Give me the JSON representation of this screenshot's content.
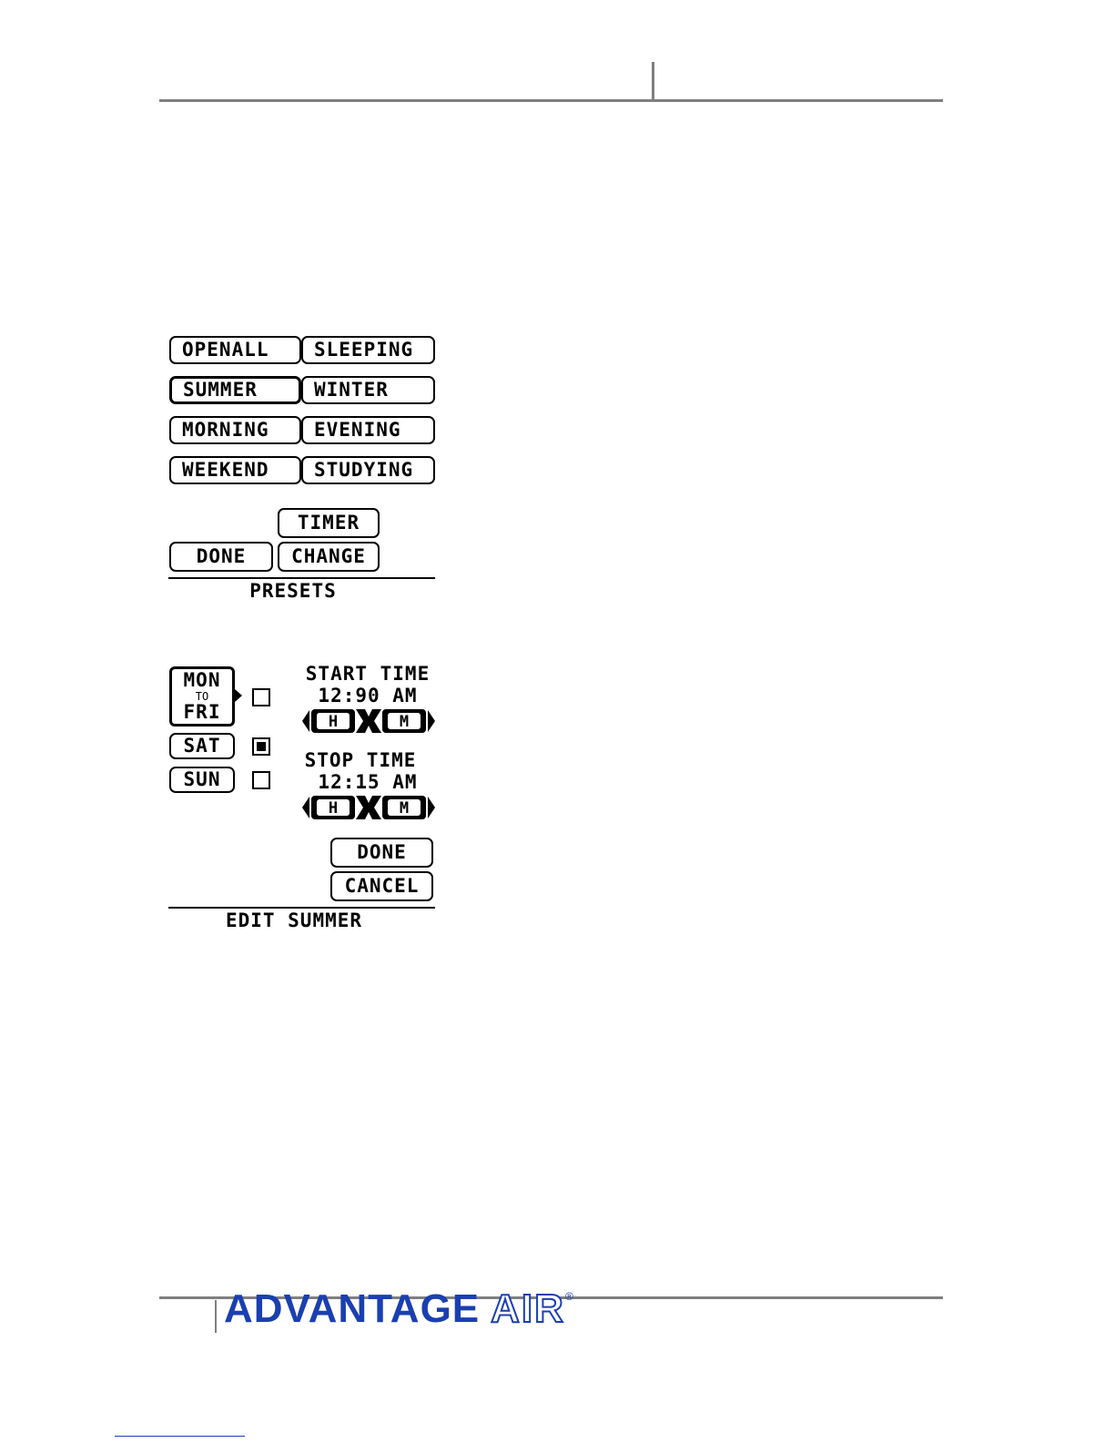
{
  "presets_screen": {
    "buttons": [
      "OPENALL",
      "SLEEPING",
      "SUMMER",
      "WINTER",
      "MORNING",
      "EVENING",
      "WEEKEND",
      "STUDYING"
    ],
    "selected": "SUMMER",
    "timer_label": "TIMER",
    "done_label": "DONE",
    "change_label": "CHANGE",
    "title": "PRESETS"
  },
  "edit_screen": {
    "mon": "MON",
    "to": "TO",
    "fri": "FRI",
    "sat": "SAT",
    "sun": "SUN",
    "checkboxes": {
      "mon_fri": false,
      "sat": true,
      "sun": false
    },
    "start_label": "START TIME",
    "start_value": "12:90 AM",
    "stop_label": "STOP TIME",
    "stop_value": "12:15 AM",
    "hour_key": "H",
    "minute_key": "M",
    "done_label": "DONE",
    "cancel_label": "CANCEL",
    "title": "EDIT SUMMER"
  },
  "footer": {
    "brand": "ADVANTAGE",
    "brand_air": "AIR",
    "registered": "®",
    "brand_color": "#1a3fb0"
  }
}
